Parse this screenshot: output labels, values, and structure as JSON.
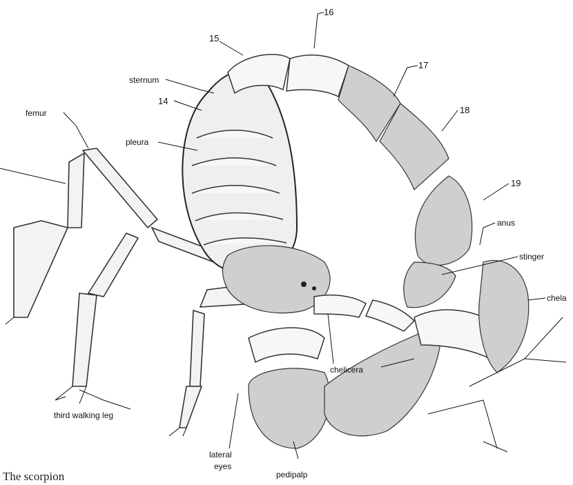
{
  "figure": {
    "labels": {
      "n15": "15",
      "n16": "16",
      "n17": "17",
      "n18": "18",
      "n19": "19",
      "n14": "14",
      "sternum": "sternum",
      "femur": "femur",
      "pleura": "pleura",
      "anus": "anus",
      "stinger": "stinger",
      "chela": "chela",
      "chelicera": "chelicera",
      "third_walking_leg": "third walking leg",
      "lateral_eyes_1": "lateral",
      "lateral_eyes_2": "eyes",
      "pedipalp": "pedipalp"
    },
    "caption": "The scorpion"
  }
}
